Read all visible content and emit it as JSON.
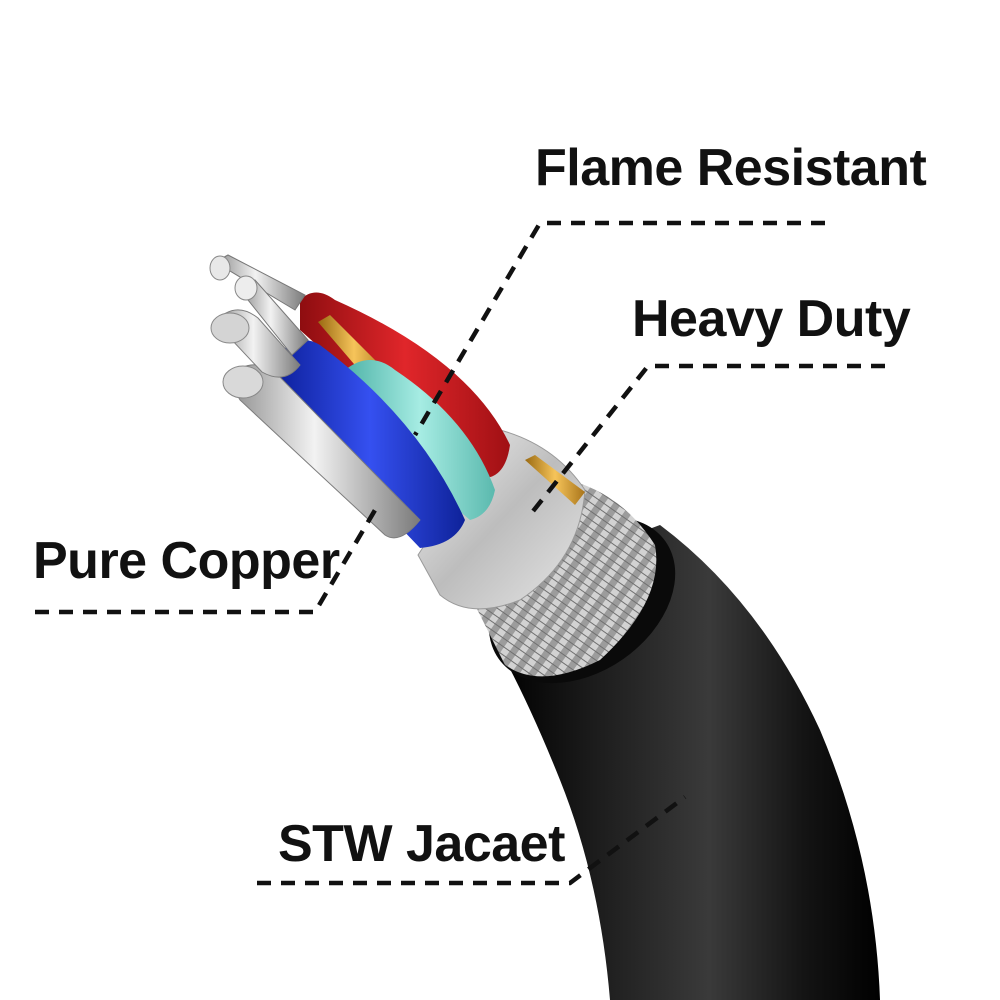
{
  "labels": {
    "flame_resistant": "Flame Resistant",
    "heavy_duty": "Heavy Duty",
    "pure_copper": "Pure Copper",
    "stw_jacket": "STW Jacaet"
  },
  "colors": {
    "background": "#ffffff",
    "text": "#111111",
    "leader_line": "#111111",
    "jacket": "#111111",
    "braid": "#b8b8b8",
    "foil_shield": "#d6d6d6",
    "wire_red": "#c9171b",
    "wire_blue": "#1a35c9",
    "wire_teal": "#7fd6cc",
    "wire_gold": "#e2a62e",
    "conductor": "#c8c8c8"
  }
}
